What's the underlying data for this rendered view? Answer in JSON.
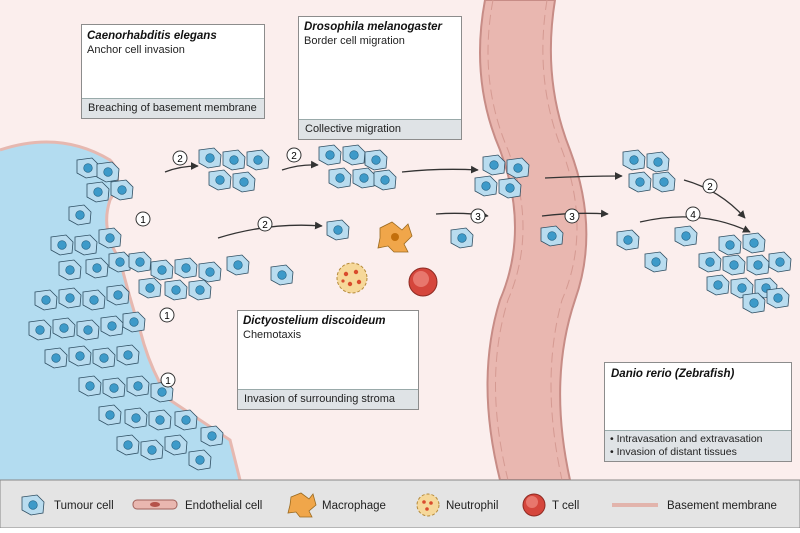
{
  "panels": {
    "celegans": {
      "title": "Caenorhabditis elegans",
      "subtitle": "Anchor cell invasion",
      "footer": "Breaching of basement membrane"
    },
    "drosophila": {
      "title": "Drosophila melanogaster",
      "subtitle": "Border cell migration",
      "footer": "Collective migration"
    },
    "dictyostelium": {
      "title": "Dictyostelium discoideum",
      "subtitle": "Chemotaxis",
      "footer": "Invasion of surrounding stroma"
    },
    "zebrafish": {
      "title": "Danio rerio (Zebrafish)",
      "bullets": [
        "• Intravasation and extravasation",
        "• Invasion of distant tissues"
      ]
    }
  },
  "step_labels": {
    "s1": "1",
    "s2": "2",
    "s3": "3",
    "s4": "4"
  },
  "legend": {
    "tumour_cell": "Tumour cell",
    "endothelial_cell": "Endothelial cell",
    "macrophage": "Macrophage",
    "neutrophil": "Neutrophil",
    "t_cell": "T cell",
    "basement_membrane": "Basement membrane"
  },
  "colors": {
    "tumour_cell_fill": "#b9dcef",
    "tumour_nucleus": "#3d9ac9",
    "tissue_blue": "#b3dcf0",
    "vessel": "#e9b7b0",
    "vessel_stroke": "#c78c86",
    "macrophage": "#f0a64a",
    "neutrophil": "#f6d89a",
    "t_cell": "#d5463c",
    "stroma_bg": "#fbeeed"
  }
}
